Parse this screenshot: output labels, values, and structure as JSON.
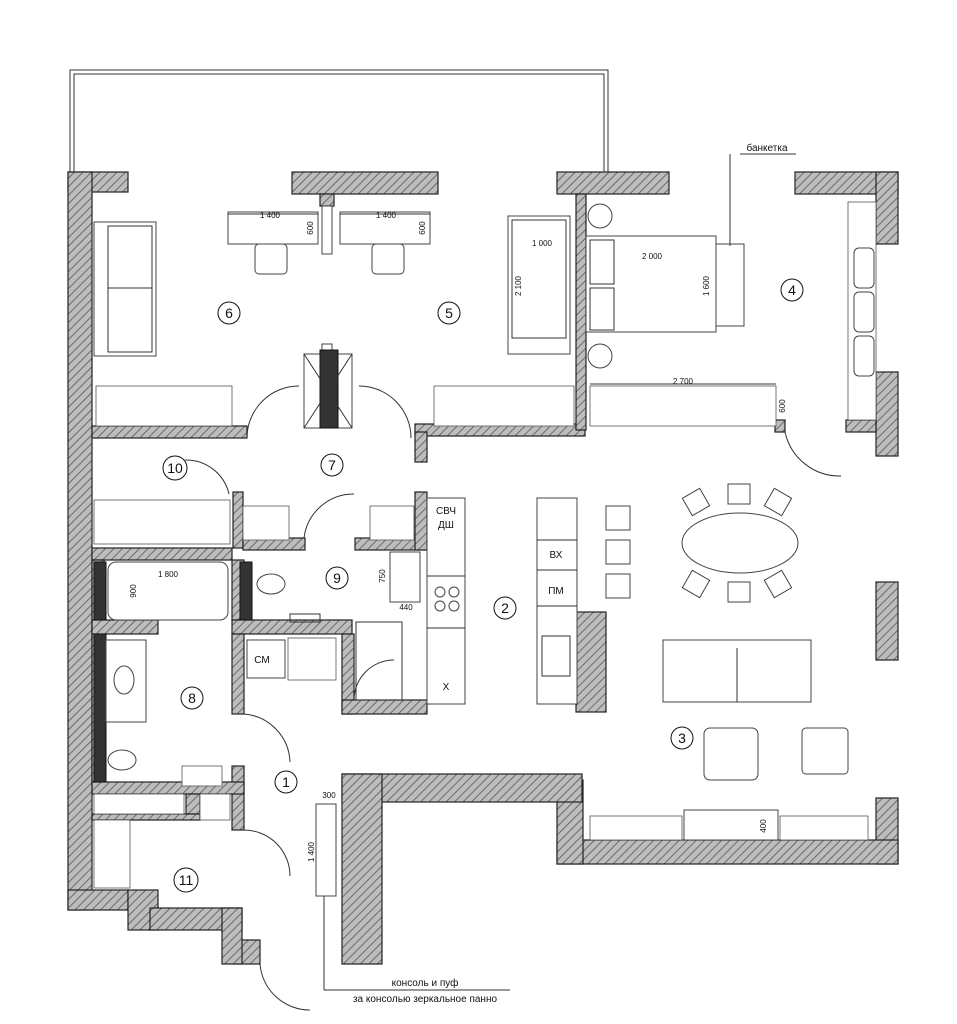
{
  "rooms": [
    "1",
    "2",
    "3",
    "4",
    "5",
    "6",
    "7",
    "8",
    "9",
    "10",
    "11"
  ],
  "dimensions": {
    "desk_left_w": "1 400",
    "desk_right_w": "1 400",
    "desk_left_d": "600",
    "desk_right_d": "600",
    "sofa_w": "1 000",
    "sofa_l": "2 100",
    "bed_l": "2 000",
    "bed_w": "1 600",
    "wardrobe_w": "2 700",
    "wardrobe_d": "600",
    "bath_l": "1 800",
    "bath_w": "900",
    "shower_l": "750",
    "shower_w": "440",
    "tv_d": "400",
    "console_l": "1 400",
    "console_d": "300"
  },
  "appliances": {
    "microwave": "СВЧ",
    "dishwasher": "ДШ",
    "fridge": "Х",
    "wine_cooler": "ВХ",
    "dishwasher2": "ПМ",
    "washer": "СМ"
  },
  "notes": {
    "bench": "банкетка",
    "console_line1": "консоль и пуф",
    "console_line2": "за консолью зеркальное панно"
  }
}
